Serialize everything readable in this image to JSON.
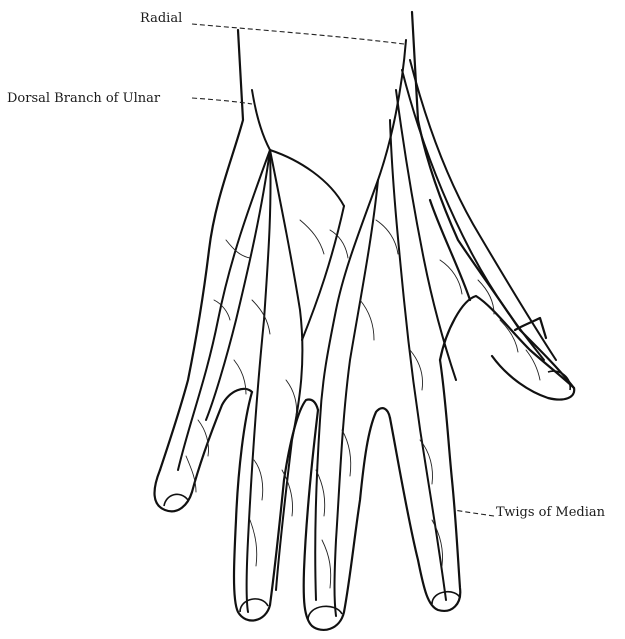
{
  "labels": {
    "radial": "Radial",
    "dorsal_ulnar": "Dorsal Branch of Ulnar",
    "twigs_median": "Twigs of Median"
  }
}
